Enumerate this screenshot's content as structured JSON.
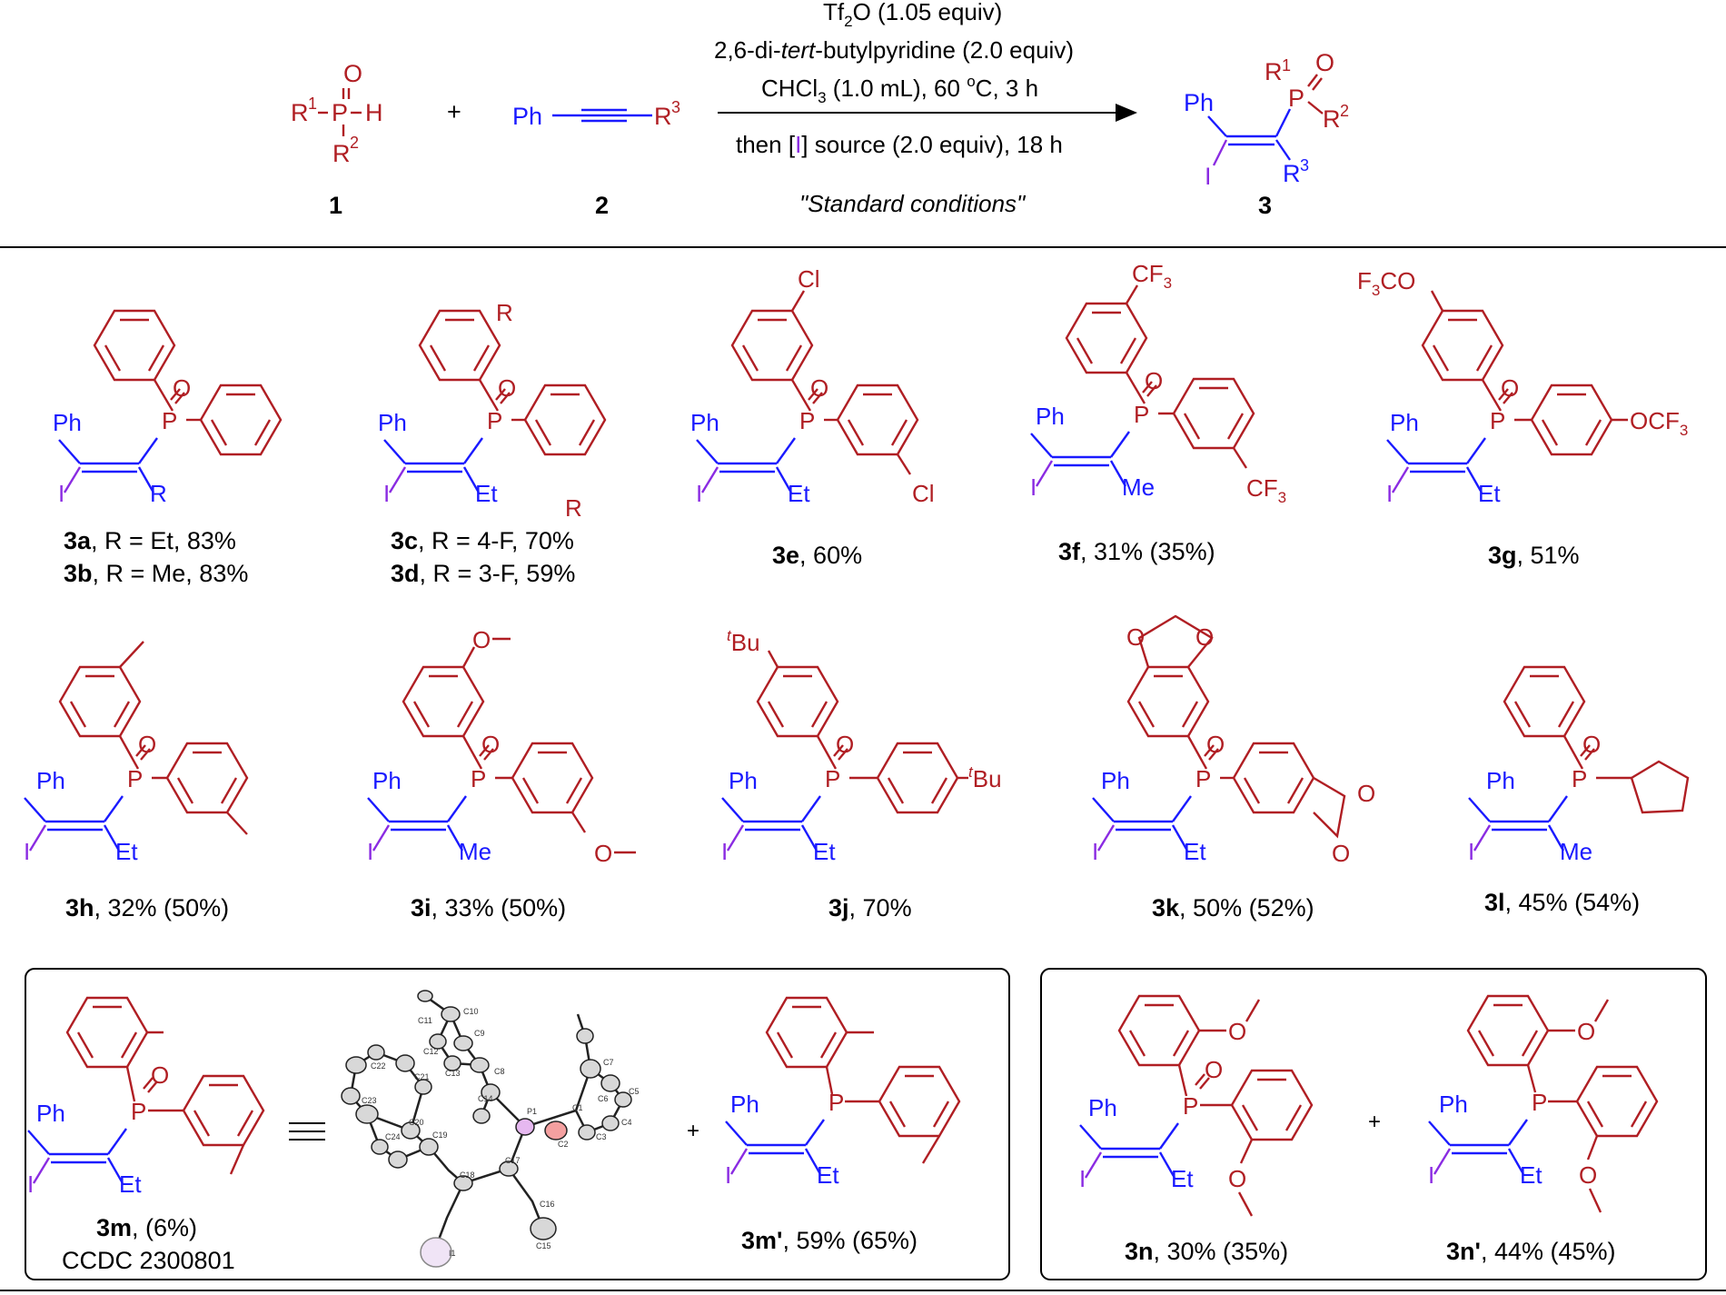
{
  "scheme": {
    "reagent1": {
      "label": "1",
      "r1": "R",
      "r1_sup": "1",
      "p": "P",
      "h": "H",
      "o": "O",
      "r2": "R",
      "r2_sup": "2"
    },
    "plus": "+",
    "reagent2": {
      "label": "2",
      "ph": "Ph",
      "r3": "R",
      "r3_sup": "3"
    },
    "conditions": {
      "line1_a": "Tf",
      "line1_sub": "2",
      "line1_b": "O (1.05 equiv)",
      "line2_a": "2,6-di-",
      "line2_it": "tert",
      "line2_b": "-butylpyridine (2.0 equiv)",
      "line3_a": "CHCl",
      "line3_sub": "3",
      "line3_b": " (1.0 mL), 60 ",
      "line3_sup": "o",
      "line3_c": "C, 3 h",
      "line4_a": "then [",
      "line4_i": "I",
      "line4_b": "] source (2.0 equiv), 18 h",
      "standard": "\"Standard conditions\""
    },
    "product": {
      "label": "3",
      "ph": "Ph",
      "i": "I",
      "p": "P",
      "o": "O",
      "r1": "R",
      "r1_sup": "1",
      "r2": "R",
      "r2_sup": "2",
      "r3": "R",
      "r3_sup": "3"
    }
  },
  "compounds": {
    "c3ab": {
      "line1_b": "3a",
      "line1": ", R = Et, 83%",
      "line2_b": "3b",
      "line2": ", R = Me, 83%",
      "alkyl": "R"
    },
    "c3cd": {
      "line1_b": "3c",
      "line1": ", R = 4-F, 70%",
      "line2_b": "3d",
      "line2": ", R = 3-F, 59%",
      "alkyl": "Et",
      "sub": "R"
    },
    "c3e": {
      "bold": "3e",
      "text": ", 60%",
      "alkyl": "Et",
      "sub": "Cl"
    },
    "c3f": {
      "bold": "3f",
      "text": ", 31% (35%)",
      "alkyl": "Me",
      "sub": "CF",
      "sub3": "3"
    },
    "c3g": {
      "bold": "3g",
      "text": ", 51%",
      "alkyl": "Et",
      "sub_top": "F",
      "sub_top3": "3",
      "sub_top_b": "CO",
      "sub_right": "OCF",
      "sub_right3": "3"
    },
    "c3h": {
      "bold": "3h",
      "text": ", 32% (50%)",
      "alkyl": "Et"
    },
    "c3i": {
      "bold": "3i",
      "text": ", 33% (50%)",
      "alkyl": "Me",
      "o": "O"
    },
    "c3j": {
      "bold": "3j",
      "text": ", 70%",
      "alkyl": "Et",
      "t": "t",
      "bu": "Bu"
    },
    "c3k": {
      "bold": "3k",
      "text": ", 50% (52%)",
      "alkyl": "Et",
      "o": "O"
    },
    "c3l": {
      "bold": "3l",
      "text": ", 45% (54%)",
      "alkyl": "Me"
    },
    "c3m": {
      "bold": "3m",
      "text": ", (6%)",
      "ccdc": "CCDC 2300801",
      "alkyl": "Et"
    },
    "c3mp": {
      "bold": "3m'",
      "text": ", 59% (65%)",
      "alkyl": "Et"
    },
    "c3n": {
      "bold": "3n",
      "text": ", 30% (35%)",
      "alkyl": "Et",
      "o": "O"
    },
    "c3np": {
      "bold": "3n'",
      "text": ", 44% (45%)",
      "alkyl": "Et",
      "o": "O"
    }
  },
  "atoms": {
    "ph": "Ph",
    "i": "I",
    "p": "P",
    "o": "O"
  },
  "ortep": {
    "labels": [
      "C11",
      "C10",
      "C12",
      "C9",
      "C22",
      "C21",
      "C13",
      "C8",
      "C23",
      "C14",
      "P1",
      "C7",
      "C5",
      "C24",
      "C19",
      "C4",
      "C1",
      "C3",
      "C2",
      "C18",
      "C17",
      "C16",
      "I1",
      "C15",
      "C6",
      "C20"
    ]
  },
  "plus_sign": "+"
}
